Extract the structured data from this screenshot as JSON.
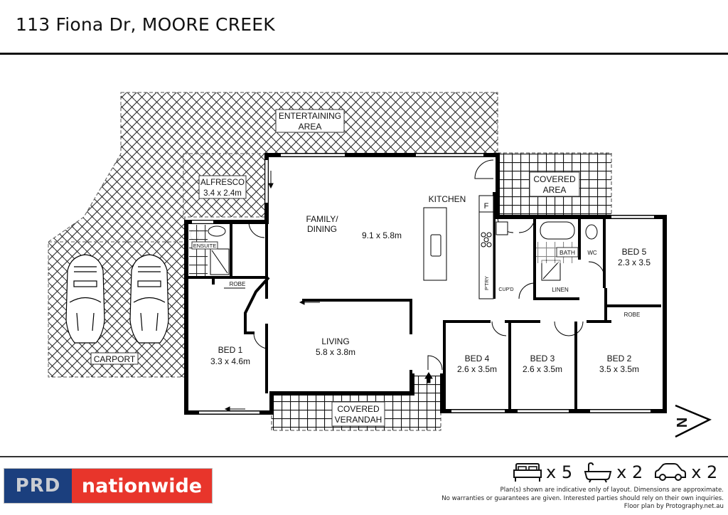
{
  "header": {
    "title": "113 Fiona Dr, MOORE CREEK"
  },
  "floorplan": {
    "areas": {
      "entertaining": {
        "line1": "ENTERTAINING",
        "line2": "AREA"
      },
      "alfresco": {
        "name": "ALFRESCO",
        "size": "3.4 x 2.4m"
      },
      "covered_area": {
        "line1": "COVERED",
        "line2": "AREA"
      },
      "carport": {
        "name": "CARPORT"
      },
      "covered_verandah": {
        "line1": "COVERED",
        "line2": "VERANDAH"
      }
    },
    "rooms": {
      "family_dining": {
        "line1": "FAMILY/",
        "line2": "DINING",
        "size": "9.1 x 5.8m"
      },
      "kitchen": {
        "name": "KITCHEN",
        "fridge": "F"
      },
      "living": {
        "name": "LIVING",
        "size": "5.8 x 3.8m"
      },
      "bed1": {
        "name": "BED 1",
        "size": "3.3 x 4.6m"
      },
      "bed2": {
        "name": "BED 2",
        "size": "3.5 x 3.5m"
      },
      "bed3": {
        "name": "BED 3",
        "size": "2.6 x 3.5m"
      },
      "bed4": {
        "name": "BED 4",
        "size": "2.6 x 3.5m"
      },
      "bed5": {
        "name": "BED 5",
        "size": "2.3 x 3.5"
      },
      "ensuite": {
        "name": "ENSUITE"
      },
      "robe1": {
        "name": "ROBE"
      },
      "robe2": {
        "name": "ROBE"
      },
      "bath": {
        "name": "BATH"
      },
      "wc": {
        "name": "WC"
      },
      "linen": {
        "name": "LINEN"
      },
      "pantry": {
        "name": "P'TRY"
      },
      "cupboard": {
        "name": "CUP'D"
      }
    },
    "compass": {
      "label": "N"
    }
  },
  "footer": {
    "logo": {
      "left": "PRD",
      "right": "nationwide",
      "left_color": "#1b3f7e",
      "right_color": "#e8352b"
    },
    "stats": [
      {
        "icon": "bed-icon",
        "count": "x 5"
      },
      {
        "icon": "bathtub-icon",
        "count": "x 2"
      },
      {
        "icon": "car-icon",
        "count": "x 2"
      }
    ],
    "disclaimer": [
      "Plan(s) shown are indicative only of layout. Dimensions are approximate.",
      "No warranties or guarantees are given. Interested parties should rely on their own inquiries.",
      "Floor plan by Protography.net.au"
    ]
  }
}
